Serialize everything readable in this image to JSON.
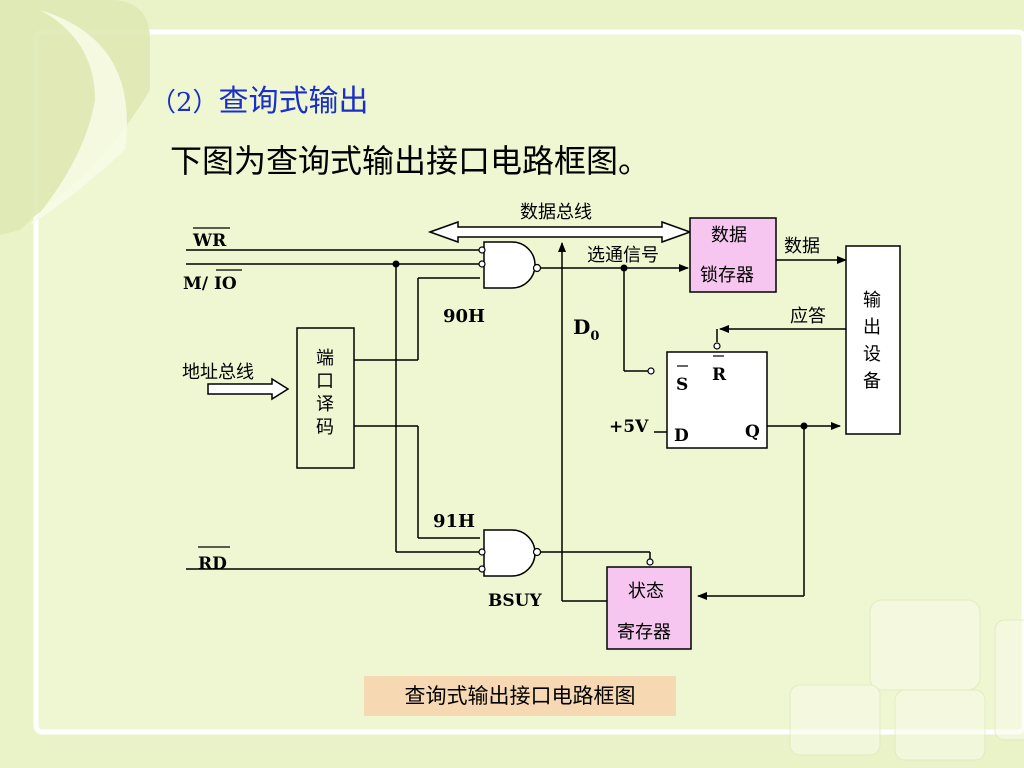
{
  "slide": {
    "heading_number": "（2）",
    "heading": "查询式输出",
    "subtitle": "下图为查询式输出接口电路框图。",
    "caption": "查询式输出接口电路框图"
  },
  "diagram": {
    "data_bus": "数据总线",
    "wr": "WR",
    "m_io": "M/ IO",
    "m_io_parts": [
      "M/ ",
      "IO"
    ],
    "address_bus": "地址总线",
    "port_decoder": [
      "端",
      "口",
      "译",
      "码"
    ],
    "addr_90h": "90H",
    "addr_91h": "91H",
    "rd": "RD",
    "bsuy": "BSUY",
    "d0": "D",
    "d0_sub": "0",
    "strobe": "选通信号",
    "data_latch": [
      "数据",
      "锁存器"
    ],
    "data": "数据",
    "ack": "应答",
    "output_device": [
      "输",
      "出",
      "设",
      "备"
    ],
    "ff_s": "S",
    "ff_r": "R",
    "ff_d": "D",
    "ff_q": "Q",
    "plus5v": "+5V",
    "status_reg": [
      "状态",
      "寄存器"
    ]
  },
  "colors": {
    "background": "#eaf3c8",
    "heading": "#1a2fc8",
    "pink_box": "#f7c6f0",
    "caption_box": "#f6d9b3"
  }
}
